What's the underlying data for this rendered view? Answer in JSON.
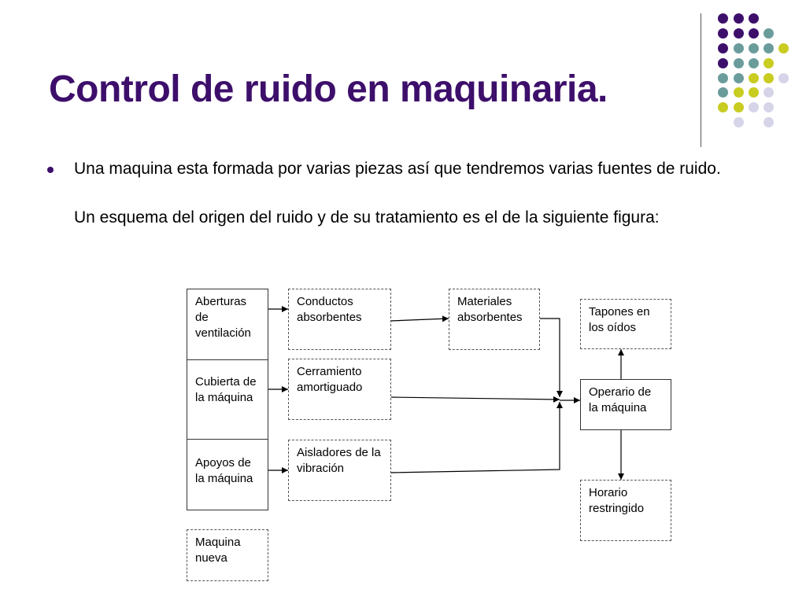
{
  "title": "Control de ruido en maquinaria.",
  "bullet": {
    "text": "Una maquina esta formada por varias piezas así que tendremos varias fuentes de ruido.",
    "subtext": "Un esquema del origen del ruido y de su tratamiento es el de la siguiente figura:"
  },
  "decoration": {
    "colors": {
      "purple": "#3d0f6b",
      "teal": "#6b9c9c",
      "lime": "#c9cc21",
      "lavender": "#d6d4e8"
    }
  },
  "diagram": {
    "sources": [
      {
        "id": "aberturas",
        "label": "Aberturas de ventilación"
      },
      {
        "id": "cubierta",
        "label": "Cubierta de la máquina"
      },
      {
        "id": "apoyos",
        "label": "Apoyos de la máquina"
      }
    ],
    "nueva": "Maquina nueva",
    "treatments": [
      {
        "id": "conductos",
        "label": "Conductos absorbentes"
      },
      {
        "id": "cerramiento",
        "label": "Cerramiento amortiguado"
      },
      {
        "id": "aisladores",
        "label": "Aisladores de la vibración"
      }
    ],
    "materiales": "Materiales absorbentes",
    "operario": "Operario de la máquina",
    "tapones": "Tapones en los oídos",
    "horario": "Horario restringido"
  }
}
